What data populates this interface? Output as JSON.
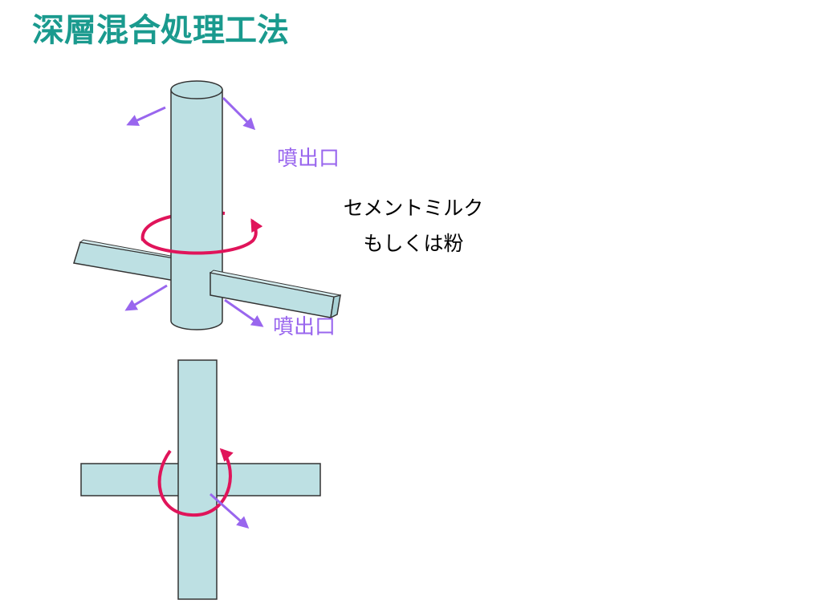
{
  "slide": {
    "title": "深層混合処理工法",
    "title_color": "#1a9a8e",
    "nozzle_label_top": "噴出口",
    "nozzle_label_bottom": "噴出口",
    "nozzle_label_color": "#9966ee",
    "material_line1": "セメントミルク",
    "material_line2": "もしくは粉"
  },
  "colors": {
    "shaft_fill": "#bde0e3",
    "shaft_stroke": "#333333",
    "flow_arrow": "#9966ee",
    "rotation_arrow": "#e0145a"
  }
}
